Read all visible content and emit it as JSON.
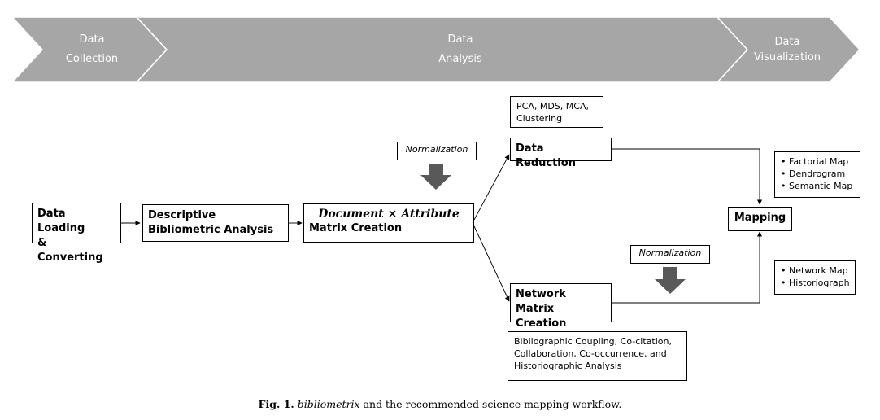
{
  "stages": {
    "collection": {
      "line1": "Data",
      "line2": "Collection"
    },
    "analysis": {
      "line1": "Data",
      "line2": "Analysis"
    },
    "visualization": {
      "line1": "Data",
      "line2": "Visualization"
    }
  },
  "boxes": {
    "data_loading": {
      "line1": "Data Loading",
      "line2": "& Converting"
    },
    "descriptive": {
      "line1": "Descriptive",
      "line2": "Bibliometric Analysis"
    },
    "matrix": {
      "math": "Document × Attribute",
      "line2": "Matrix Creation"
    },
    "data_reduction": {
      "label": "Data Reduction"
    },
    "network_matrix": {
      "line1": "Network Matrix",
      "line2": "Creation"
    },
    "mapping": {
      "label": "Mapping"
    }
  },
  "notes": {
    "reduction_methods": {
      "line1": "PCA, MDS, MCA,",
      "line2": "Clustering"
    },
    "normalization_top": "Normalization",
    "normalization_bottom": "Normalization",
    "mapping_outputs": [
      "Factorial Map",
      "Dendrogram",
      "Semantic Map"
    ],
    "network_outputs": [
      "Network Map",
      "Historiograph"
    ],
    "network_methods": {
      "line1": "Bibliographic Coupling, Co-citation,",
      "line2": "Collaboration, Co-occurrence, and",
      "line3": "Historiographic Analysis"
    }
  },
  "caption": {
    "fig": "Fig. 1.",
    "pkg": "bibliometrix",
    "text": " and the recommended science mapping workflow."
  },
  "colors": {
    "banner": "#a6a6a6",
    "banner_text": "#ffffff",
    "arrow": "#595959"
  }
}
